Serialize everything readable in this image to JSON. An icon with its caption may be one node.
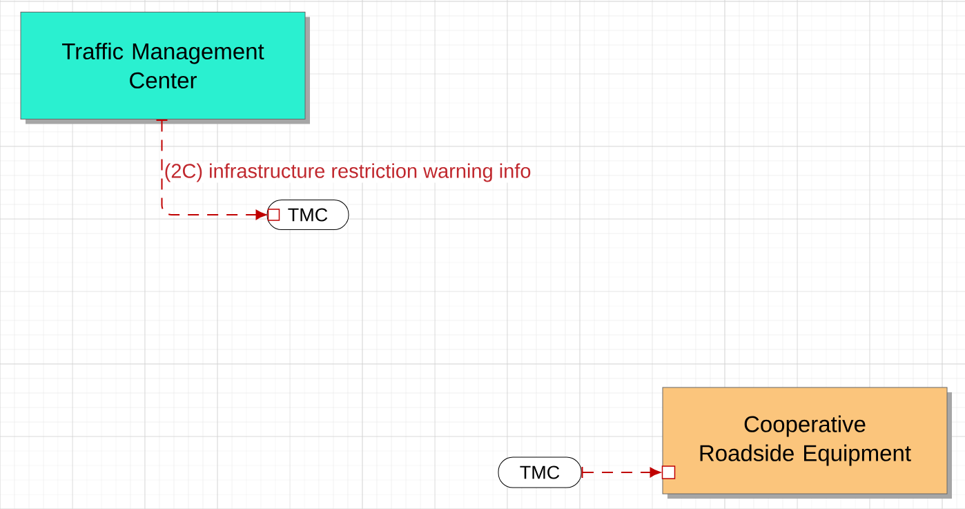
{
  "diagram": {
    "nodes": [
      {
        "text": [
          "Traffic Management Center"
        ]
      },
      {
        "text": [
          "TMC"
        ]
      },
      {
        "text": [
          "TMC"
        ]
      },
      {
        "text": [
          "Cooperative Roadside Equipment"
        ]
      }
    ],
    "edges": [
      {
        "from": 0,
        "to": 1,
        "arrow": "to",
        "label": "(2C) infrastructure restriction warning info",
        "style": "dashed"
      },
      {
        "from": 2,
        "to": 3,
        "arrow": "to",
        "style": "dashed"
      }
    ]
  }
}
